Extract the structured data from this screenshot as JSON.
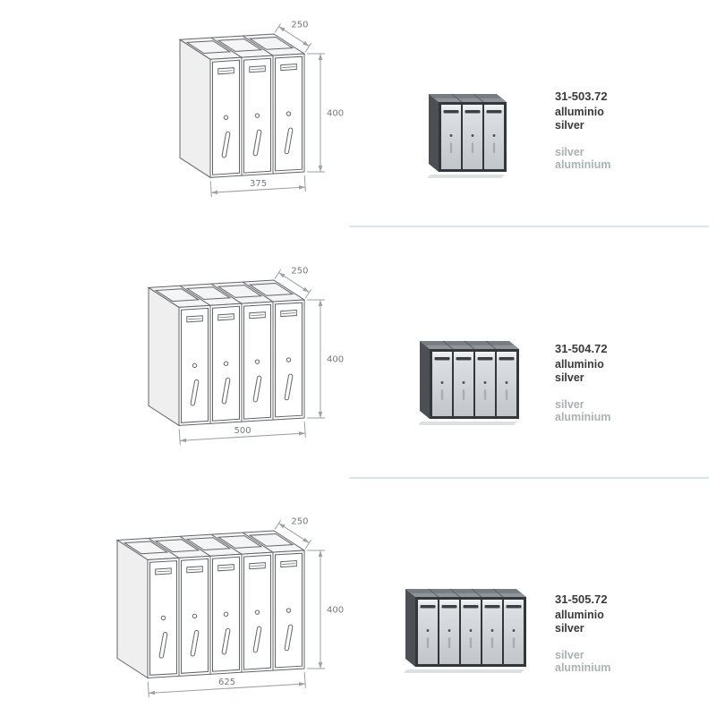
{
  "page": {
    "background": "#ffffff",
    "divider_color": "#d9e7ea",
    "text_dark": "#3a3a3a",
    "text_gray": "#a9b2b3"
  },
  "rows": [
    {
      "drawing": {
        "compartments": 3,
        "width_mm": 375,
        "depth_label": "250",
        "height_label": "400",
        "width_label": "375"
      },
      "photo": {
        "compartments": 3
      },
      "product": {
        "code": "31-503.72",
        "finish_lines": [
          "alluminio",
          "silver"
        ],
        "alt_lines": [
          "silver",
          "aluminium"
        ]
      }
    },
    {
      "drawing": {
        "compartments": 4,
        "width_mm": 500,
        "depth_label": "250",
        "height_label": "400",
        "width_label": "500"
      },
      "photo": {
        "compartments": 4
      },
      "product": {
        "code": "31-504.72",
        "finish_lines": [
          "alluminio",
          "silver"
        ],
        "alt_lines": [
          "silver",
          "aluminium"
        ]
      }
    },
    {
      "drawing": {
        "compartments": 5,
        "width_mm": 625,
        "depth_label": "250",
        "height_label": "400",
        "width_label": "625"
      },
      "photo": {
        "compartments": 5
      },
      "product": {
        "code": "31-505.72",
        "finish_lines": [
          "alluminio",
          "silver"
        ],
        "alt_lines": [
          "silver",
          "aluminium"
        ]
      }
    }
  ]
}
